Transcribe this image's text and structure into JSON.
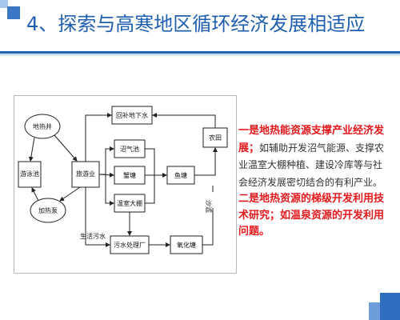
{
  "slide": {
    "title": "4、探索与高寒地区循环经济发展相适应"
  },
  "diagram": {
    "nodes": {
      "geothermal_well": "地热井",
      "swimming_pool": "游泳池",
      "heat_pump": "加热泵",
      "tourism": "旅游业",
      "groundwater": "回补地下水",
      "biogas": "沼气池",
      "crab_pond": "蟹塘",
      "greenhouse": "温室大棚",
      "fish_pond": "鱼塘",
      "farmland": "农田",
      "sewage_plant": "污水处理厂",
      "oxidation_pond": "氧化塘",
      "domestic_sewage": "生活污水",
      "sand_filter": "沙滤"
    }
  },
  "text": {
    "p1_heading": "一是地热能资源支撑产业经济发展；",
    "p1_body": "如辅助开发沼气能源、支撑农业温室大棚种植、建设冷库等与社会经济发展密切结合的有利产业。",
    "p2_heading": "二是地热资源的梯级开发利用技术研究；如温泉资源的开发利用问题。"
  }
}
